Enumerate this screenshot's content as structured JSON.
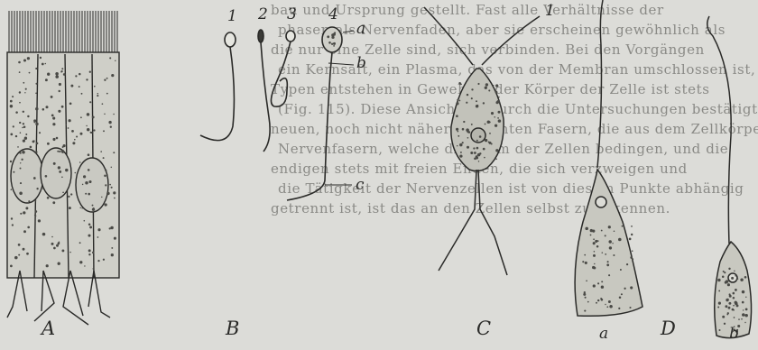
{
  "background_text": [
    "bau und Ursprung gestellt. Fast alle Verhältnisse der",
    "phasen als Nervenfaden, aber sie erscheinen gewöhnlich als",
    "die nur eine Zelle sind, sich verbinden. Bei den Vorgängen",
    "ein Kernsaft, ein Plasma, das von der Membran umschlossen ist,",
    "Typen entstehen in Geweben; der Körper der Zelle ist stets",
    "(Fig. 115). Diese Ansicht ist durch die Untersuchungen bestätigt,",
    "neuen, noch nicht näher bekannten Fasern, die aus dem Zellkörper",
    "Nervenfasern, welche die Form der Zellen bedingen, und die",
    "endigen stets mit freien Enden, die sich verzweigen und",
    "die Tätigkeit der Nervenzellen ist von diesem Punkte abhängig",
    "getrennt ist, ist das an den Zellen selbst zu erkennen."
  ],
  "figure": {
    "panels": [
      {
        "label": "A"
      },
      {
        "label": "B"
      },
      {
        "label": "C"
      },
      {
        "label": "D"
      }
    ],
    "sperm_numbers": [
      "1",
      "2",
      "3",
      "4"
    ],
    "part_letters": [
      "a",
      "b",
      "c"
    ],
    "c_number": "1",
    "d_sublabels": [
      "a",
      "b"
    ]
  }
}
